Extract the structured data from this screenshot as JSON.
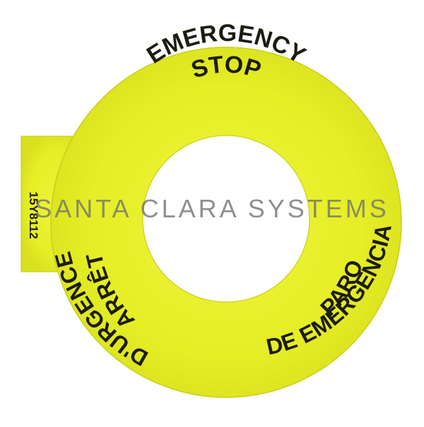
{
  "photo": {
    "subject": "emergency stop legend plate",
    "plate_color": "#e9f02a",
    "plate_edge_color": "#c9cf1c",
    "text_color": "#1c1c10",
    "background_color": "#ffffff"
  },
  "legend": {
    "top_line_1": "EMERGENCY",
    "top_line_2": "STOP",
    "left_line_1": "ARRÊT",
    "left_line_2": "D'URGENCE",
    "right_line_1": "PARO",
    "right_line_2": "DE EMERGENCIA"
  },
  "tab": {
    "part_number": "15Y8112"
  },
  "watermark": {
    "text": "SANTA CLARA SYSTEMS"
  }
}
